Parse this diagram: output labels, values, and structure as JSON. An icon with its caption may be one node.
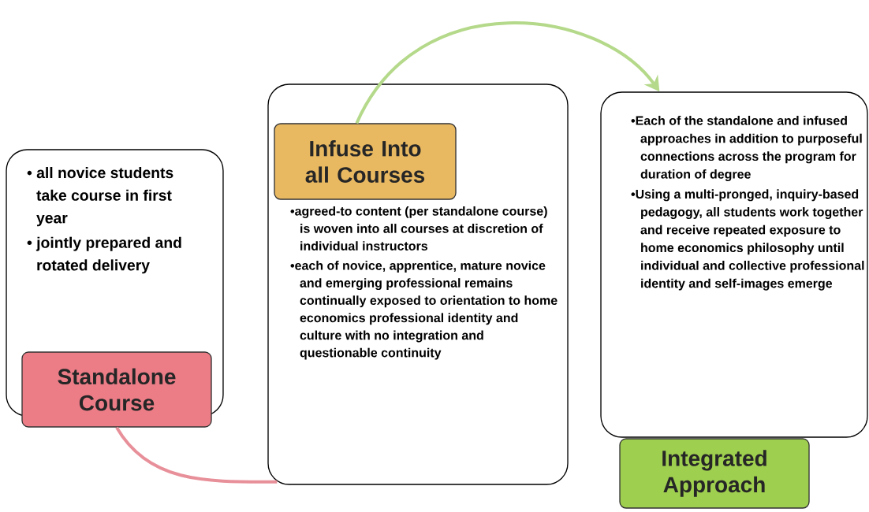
{
  "diagram": {
    "nodes": [
      {
        "text": [
          "• all novice students take course in first year",
          "• jointly prepared and rotated delivery"
        ]
      },
      {
        "text": [
          "Standalone Course"
        ]
      },
      {
        "text": [
          "•agreed-to content (per standalone course) is woven into all courses at discretion of individual instructors",
          "•each of novice, apprentice, mature novice and emerging professional  remains continually exposed to orientation to home economics professional identity and culture with no integration and questionable continuity"
        ]
      },
      {
        "text": [
          "Infuse Into all Courses"
        ],
        "in": 2
      },
      {
        "text": [
          "•Each of the standalone and infused approaches in addition to purposeful connections across the program for duration of degree",
          "•Using a multi-pronged, inquiry-based pedagogy, all students  work together and receive repeated exposure to home economics philosophy until individual and collective professional identity and self-images emerge"
        ]
      },
      {
        "text": [
          "Integrated Approach"
        ]
      }
    ],
    "edges": [
      {
        "from": 1,
        "to": 2,
        "arrow": "none",
        "color": "#e8909a"
      },
      {
        "from": 3,
        "to": 4,
        "arrow": "to",
        "color": "#b5d98a"
      }
    ]
  }
}
